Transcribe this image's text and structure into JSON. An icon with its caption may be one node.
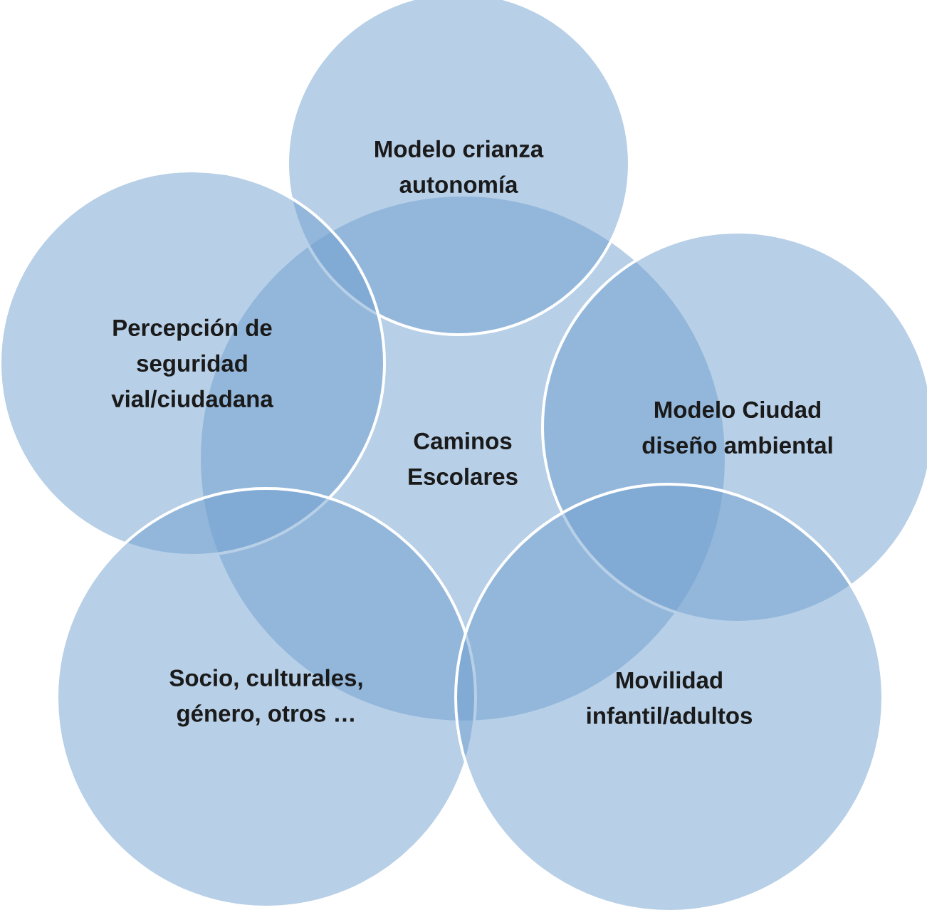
{
  "diagram": {
    "nodes": [
      {
        "text": [
          "Modelo crianza autonomía"
        ]
      },
      {
        "text": [
          "Percepción de seguridad vial/ciudadana"
        ]
      },
      {
        "text": [
          "Modelo Ciudad diseño ambiental"
        ]
      },
      {
        "text": [
          "Caminos Escolares"
        ]
      },
      {
        "text": [
          "Socio, culturales, género, otros …"
        ]
      },
      {
        "text": [
          "Movilidad infantil/adultos"
        ]
      }
    ]
  }
}
